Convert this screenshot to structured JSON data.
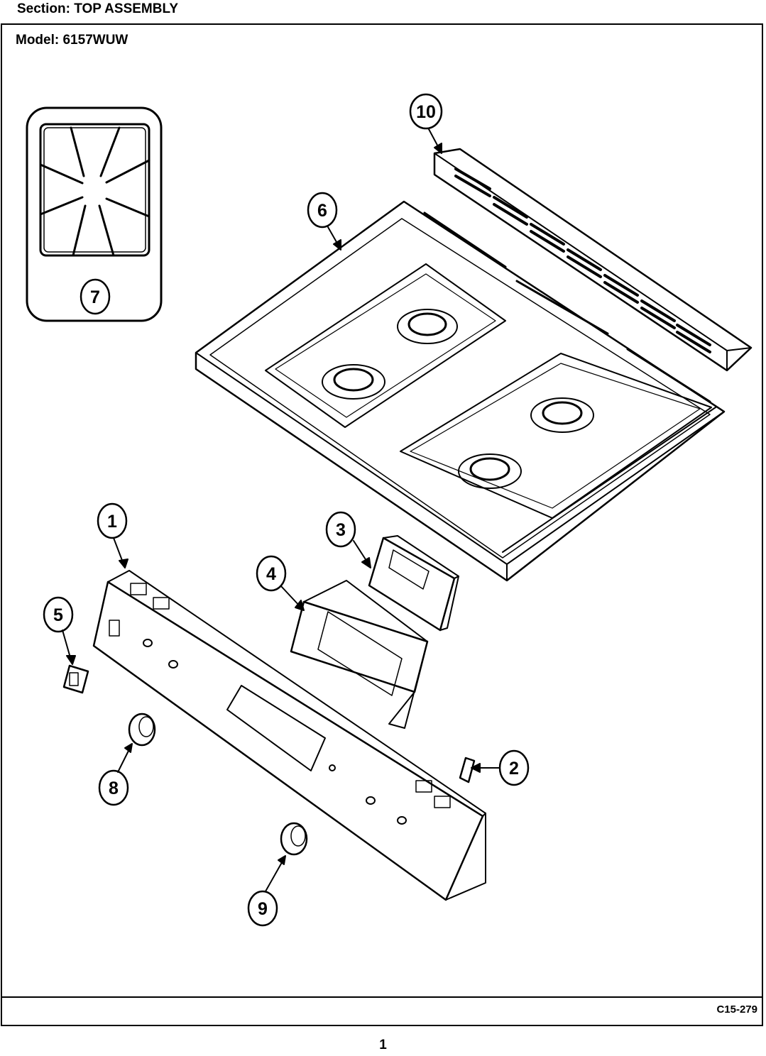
{
  "header": {
    "section": "Section:  TOP ASSEMBLY",
    "model": "Model:  6157WUW"
  },
  "diagram": {
    "code": "C15-279",
    "callouts": [
      {
        "id": "callout-1",
        "label": "1"
      },
      {
        "id": "callout-2",
        "label": "2"
      },
      {
        "id": "callout-3",
        "label": "3"
      },
      {
        "id": "callout-4",
        "label": "4"
      },
      {
        "id": "callout-5",
        "label": "5"
      },
      {
        "id": "callout-6",
        "label": "6"
      },
      {
        "id": "callout-7",
        "label": "7"
      },
      {
        "id": "callout-8",
        "label": "8"
      },
      {
        "id": "callout-9",
        "label": "9"
      },
      {
        "id": "callout-10",
        "label": "10"
      }
    ]
  },
  "footer": {
    "page_number": "1"
  }
}
